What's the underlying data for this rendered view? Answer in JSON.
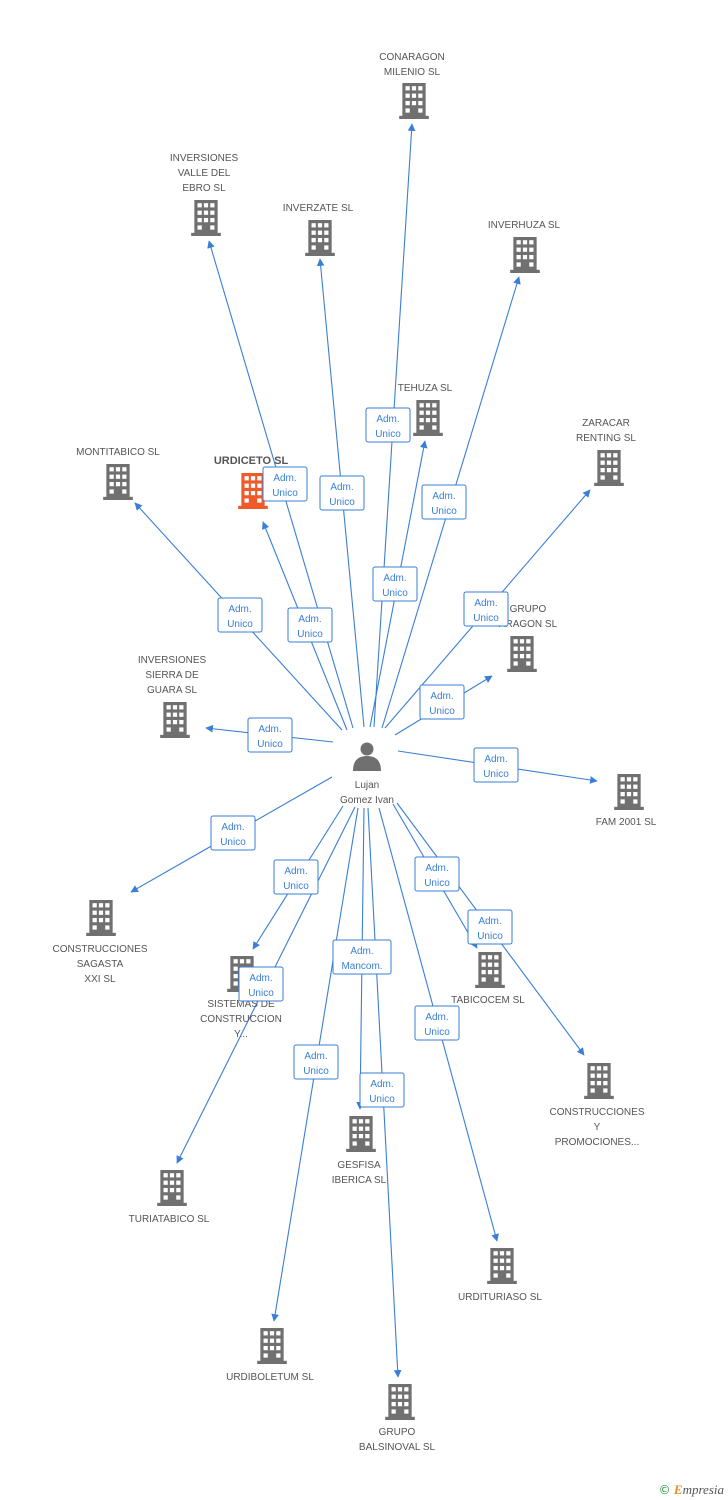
{
  "colors": {
    "edge": "#3a7fd5",
    "node": "#707070",
    "highlight": "#f05a28",
    "label": "#555555"
  },
  "person": {
    "id": "person",
    "lines": [
      "Lujan",
      "Gomez Ivan"
    ],
    "icon": "person-icon"
  },
  "companies": [
    {
      "id": "conaragon",
      "lines": [
        "CONARAGON",
        "MILENIO SL"
      ]
    },
    {
      "id": "inv-valle",
      "lines": [
        "INVERSIONES",
        "VALLE DEL",
        "EBRO SL"
      ]
    },
    {
      "id": "inverzate",
      "lines": [
        "INVERZATE SL"
      ]
    },
    {
      "id": "inverhuza",
      "lines": [
        "INVERHUZA SL"
      ]
    },
    {
      "id": "tehuza",
      "lines": [
        "TEHUZA SL"
      ]
    },
    {
      "id": "zaracar",
      "lines": [
        "ZARACAR",
        "RENTING SL"
      ]
    },
    {
      "id": "montitabico",
      "lines": [
        "MONTITABICO SL"
      ]
    },
    {
      "id": "urdiceto",
      "lines": [
        "URDICETO SL"
      ],
      "highlight": true
    },
    {
      "id": "grupo-aragon",
      "lines": [
        "GRUPO",
        "ARAGON SL"
      ]
    },
    {
      "id": "inv-sierra",
      "lines": [
        "INVERSIONES",
        "SIERRA DE",
        "GUARA SL"
      ]
    },
    {
      "id": "fam2001",
      "lines": [
        "FAM 2001 SL"
      ]
    },
    {
      "id": "sagasta",
      "lines": [
        "CONSTRUCCIONES",
        "SAGASTA",
        "XXI SL"
      ]
    },
    {
      "id": "sistemas",
      "lines": [
        "SISTEMAS DE",
        "CONSTRUCCION",
        "Y..."
      ]
    },
    {
      "id": "tabicocem",
      "lines": [
        "TABICOCEM SL"
      ]
    },
    {
      "id": "promociones",
      "lines": [
        "CONSTRUCCIONES",
        "Y",
        "PROMOCIONES..."
      ]
    },
    {
      "id": "gesfisa",
      "lines": [
        "GESFISA",
        "IBERICA SL"
      ]
    },
    {
      "id": "turiatabico",
      "lines": [
        "TURIATABICO SL"
      ]
    },
    {
      "id": "urdituriaso",
      "lines": [
        "URDITURIASO SL"
      ]
    },
    {
      "id": "urdiboletum",
      "lines": [
        "URDIBOLETUM SL"
      ]
    },
    {
      "id": "balsinoval",
      "lines": [
        "GRUPO",
        "BALSINOVAL SL"
      ]
    }
  ],
  "edges": [
    {
      "to": "conaragon",
      "role": [
        "Adm.",
        "Unico"
      ]
    },
    {
      "to": "inv-valle",
      "role": [
        "Adm.",
        "Unico"
      ]
    },
    {
      "to": "inverzate",
      "role": [
        "Adm.",
        "Unico"
      ]
    },
    {
      "to": "inverhuza",
      "role": [
        "Adm.",
        "Unico"
      ]
    },
    {
      "to": "tehuza",
      "role": [
        "Adm.",
        "Unico"
      ]
    },
    {
      "to": "zaracar",
      "role": [
        "Adm.",
        "Unico"
      ]
    },
    {
      "to": "montitabico",
      "role": [
        "Adm.",
        "Unico"
      ]
    },
    {
      "to": "urdiceto",
      "role": [
        "Adm.",
        "Unico"
      ]
    },
    {
      "to": "grupo-aragon",
      "role": [
        "Adm.",
        "Unico"
      ]
    },
    {
      "to": "inv-sierra",
      "role": [
        "Adm.",
        "Unico"
      ]
    },
    {
      "to": "fam2001",
      "role": [
        "Adm.",
        "Unico"
      ]
    },
    {
      "to": "sagasta",
      "role": [
        "Adm.",
        "Unico"
      ]
    },
    {
      "to": "sistemas",
      "role": [
        "Adm.",
        "Unico"
      ]
    },
    {
      "to": "tabicocem",
      "role": [
        "Adm.",
        "Unico"
      ]
    },
    {
      "to": "promociones",
      "role": [
        "Adm.",
        "Unico"
      ]
    },
    {
      "to": "gesfisa",
      "role": [
        "Adm.",
        "Mancom."
      ]
    },
    {
      "to": "turiatabico",
      "role": [
        "Adm.",
        "Unico"
      ]
    },
    {
      "to": "urdituriaso",
      "role": [
        "Adm.",
        "Unico"
      ]
    },
    {
      "to": "urdiboletum",
      "role": [
        "Adm.",
        "Unico"
      ]
    },
    {
      "to": "balsinoval",
      "role": [
        "Adm.",
        "Unico"
      ]
    }
  ],
  "brand": {
    "symbol": "©",
    "initial": "E",
    "rest": "mpresia"
  }
}
